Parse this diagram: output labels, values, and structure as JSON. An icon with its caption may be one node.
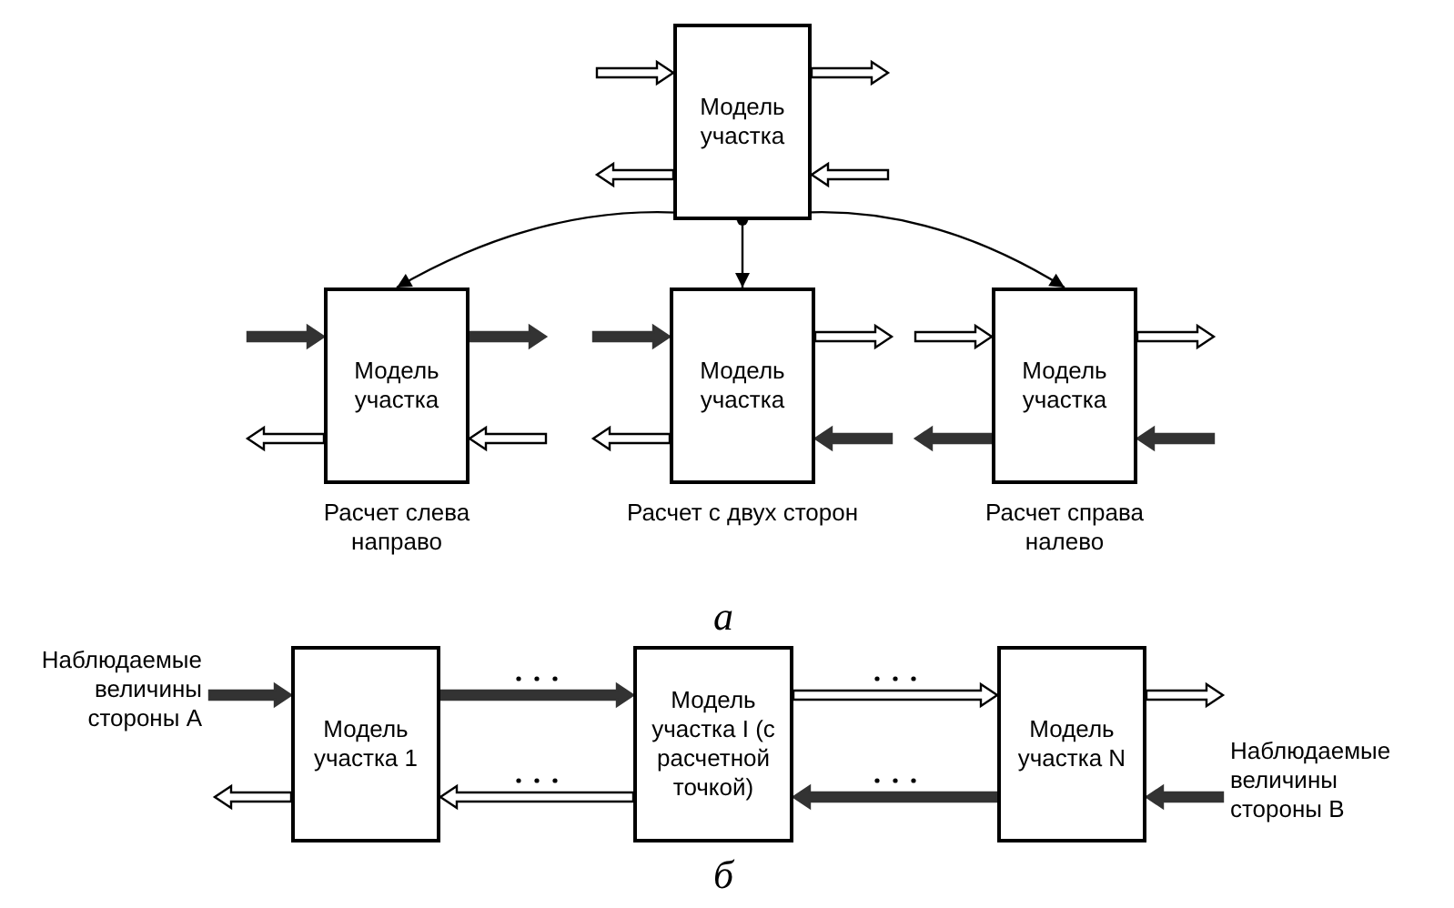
{
  "diagram": {
    "nodes": [
      {
        "text": [
          "Модель участка"
        ]
      },
      {
        "text": [
          "Модель участка"
        ],
        "beside": [
          "Расчет слева направо"
        ]
      },
      {
        "text": [
          "Модель участка"
        ],
        "beside": [
          "Расчет с двух сторон"
        ]
      },
      {
        "text": [
          "Модель участка"
        ],
        "beside": [
          "Расчет справа налево"
        ]
      },
      {
        "text": [
          "Модель участка 1"
        ]
      },
      {
        "text": [
          "Модель участка I (с расчетной точкой)"
        ]
      },
      {
        "text": [
          "Модель участка N"
        ]
      },
      {
        "text": [
          "Наблюдаемые величины стороны A"
        ]
      },
      {
        "text": [
          "Наблюдаемые величины стороны B"
        ]
      }
    ],
    "edges": [
      {
        "from": null,
        "to": 0,
        "arrow": "to"
      },
      {
        "from": 0,
        "to": null,
        "arrow": "to"
      },
      {
        "from": 0,
        "to": null,
        "arrow": "to"
      },
      {
        "from": null,
        "to": 0,
        "arrow": "to"
      },
      {
        "from": 0,
        "to": 1,
        "arrow": "to"
      },
      {
        "from": 0,
        "to": 2,
        "arrow": "to"
      },
      {
        "from": 0,
        "to": 3,
        "arrow": "to"
      },
      {
        "from": null,
        "to": 1,
        "arrow": "to",
        "color": "#333333"
      },
      {
        "from": 1,
        "to": null,
        "arrow": "to",
        "color": "#333333"
      },
      {
        "from": 1,
        "to": null,
        "arrow": "to"
      },
      {
        "from": null,
        "to": 1,
        "arrow": "to"
      },
      {
        "from": null,
        "to": 2,
        "arrow": "to",
        "color": "#333333"
      },
      {
        "from": 2,
        "to": null,
        "arrow": "to"
      },
      {
        "from": 2,
        "to": null,
        "arrow": "to"
      },
      {
        "from": null,
        "to": 2,
        "arrow": "to",
        "color": "#333333"
      },
      {
        "from": null,
        "to": 3,
        "arrow": "to"
      },
      {
        "from": 3,
        "to": null,
        "arrow": "to"
      },
      {
        "from": 3,
        "to": null,
        "arrow": "to",
        "color": "#333333"
      },
      {
        "from": null,
        "to": 3,
        "arrow": "to",
        "color": "#333333"
      },
      {
        "from": 7,
        "to": 4,
        "arrow": "to",
        "color": "#333333"
      },
      {
        "from": 4,
        "to": 5,
        "arrow": "to",
        "color": "#333333"
      },
      {
        "from": 5,
        "to": 6,
        "arrow": "to"
      },
      {
        "from": 6,
        "to": null,
        "arrow": "to"
      },
      {
        "from": 4,
        "to": null,
        "arrow": "to"
      },
      {
        "from": 5,
        "to": 4,
        "arrow": "to"
      },
      {
        "from": 6,
        "to": 5,
        "arrow": "to",
        "color": "#333333"
      },
      {
        "from": 8,
        "to": 6,
        "arrow": "to",
        "color": "#333333"
      }
    ],
    "labels": [
      "а",
      "б"
    ]
  }
}
